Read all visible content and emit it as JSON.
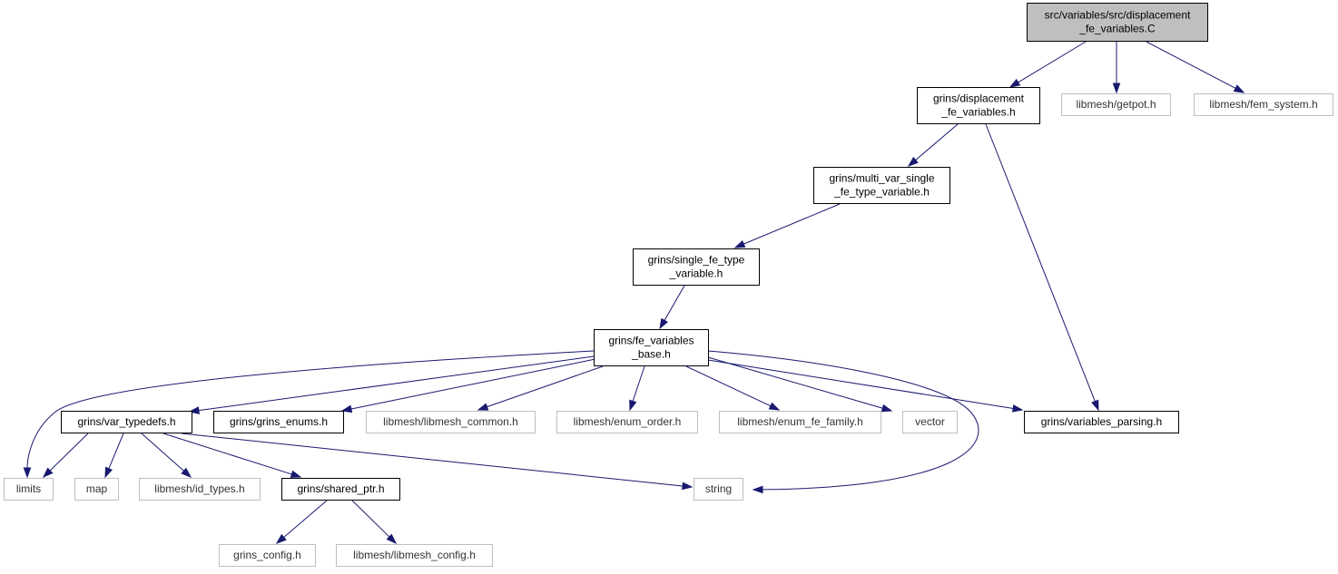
{
  "diagram": {
    "nodes": {
      "root": [
        "src/variables/src/displacement",
        "_fe_variables.C"
      ],
      "disp_h": [
        "grins/displacement",
        "_fe_variables.h"
      ],
      "getpot": [
        "libmesh/getpot.h"
      ],
      "fem_system": [
        "libmesh/fem_system.h"
      ],
      "multi_var": [
        "grins/multi_var_single",
        "_fe_type_variable.h"
      ],
      "single_fe": [
        "grins/single_fe_type",
        "_variable.h"
      ],
      "fe_base": [
        "grins/fe_variables",
        "_base.h"
      ],
      "var_typedefs": [
        "grins/var_typedefs.h"
      ],
      "grins_enums": [
        "grins/grins_enums.h"
      ],
      "libmesh_common": [
        "libmesh/libmesh_common.h"
      ],
      "enum_order": [
        "libmesh/enum_order.h"
      ],
      "enum_fe_family": [
        "libmesh/enum_fe_family.h"
      ],
      "vector": [
        "vector"
      ],
      "vars_parsing": [
        "grins/variables_parsing.h"
      ],
      "limits": [
        "limits"
      ],
      "map": [
        "map"
      ],
      "id_types": [
        "libmesh/id_types.h"
      ],
      "shared_ptr": [
        "grins/shared_ptr.h"
      ],
      "string": [
        "string"
      ],
      "grins_config": [
        "grins_config.h"
      ],
      "libmesh_config": [
        "libmesh/libmesh_config.h"
      ]
    },
    "edges": [
      [
        "root",
        "disp_h"
      ],
      [
        "root",
        "getpot"
      ],
      [
        "root",
        "fem_system"
      ],
      [
        "disp_h",
        "multi_var"
      ],
      [
        "disp_h",
        "vars_parsing"
      ],
      [
        "multi_var",
        "single_fe"
      ],
      [
        "single_fe",
        "fe_base"
      ],
      [
        "fe_base",
        "limits"
      ],
      [
        "fe_base",
        "var_typedefs"
      ],
      [
        "fe_base",
        "grins_enums"
      ],
      [
        "fe_base",
        "libmesh_common"
      ],
      [
        "fe_base",
        "enum_order"
      ],
      [
        "fe_base",
        "enum_fe_family"
      ],
      [
        "fe_base",
        "vector"
      ],
      [
        "fe_base",
        "vars_parsing"
      ],
      [
        "fe_base",
        "string"
      ],
      [
        "var_typedefs",
        "limits"
      ],
      [
        "var_typedefs",
        "map"
      ],
      [
        "var_typedefs",
        "id_types"
      ],
      [
        "var_typedefs",
        "shared_ptr"
      ],
      [
        "var_typedefs",
        "string"
      ],
      [
        "shared_ptr",
        "grins_config"
      ],
      [
        "shared_ptr",
        "libmesh_config"
      ]
    ]
  }
}
